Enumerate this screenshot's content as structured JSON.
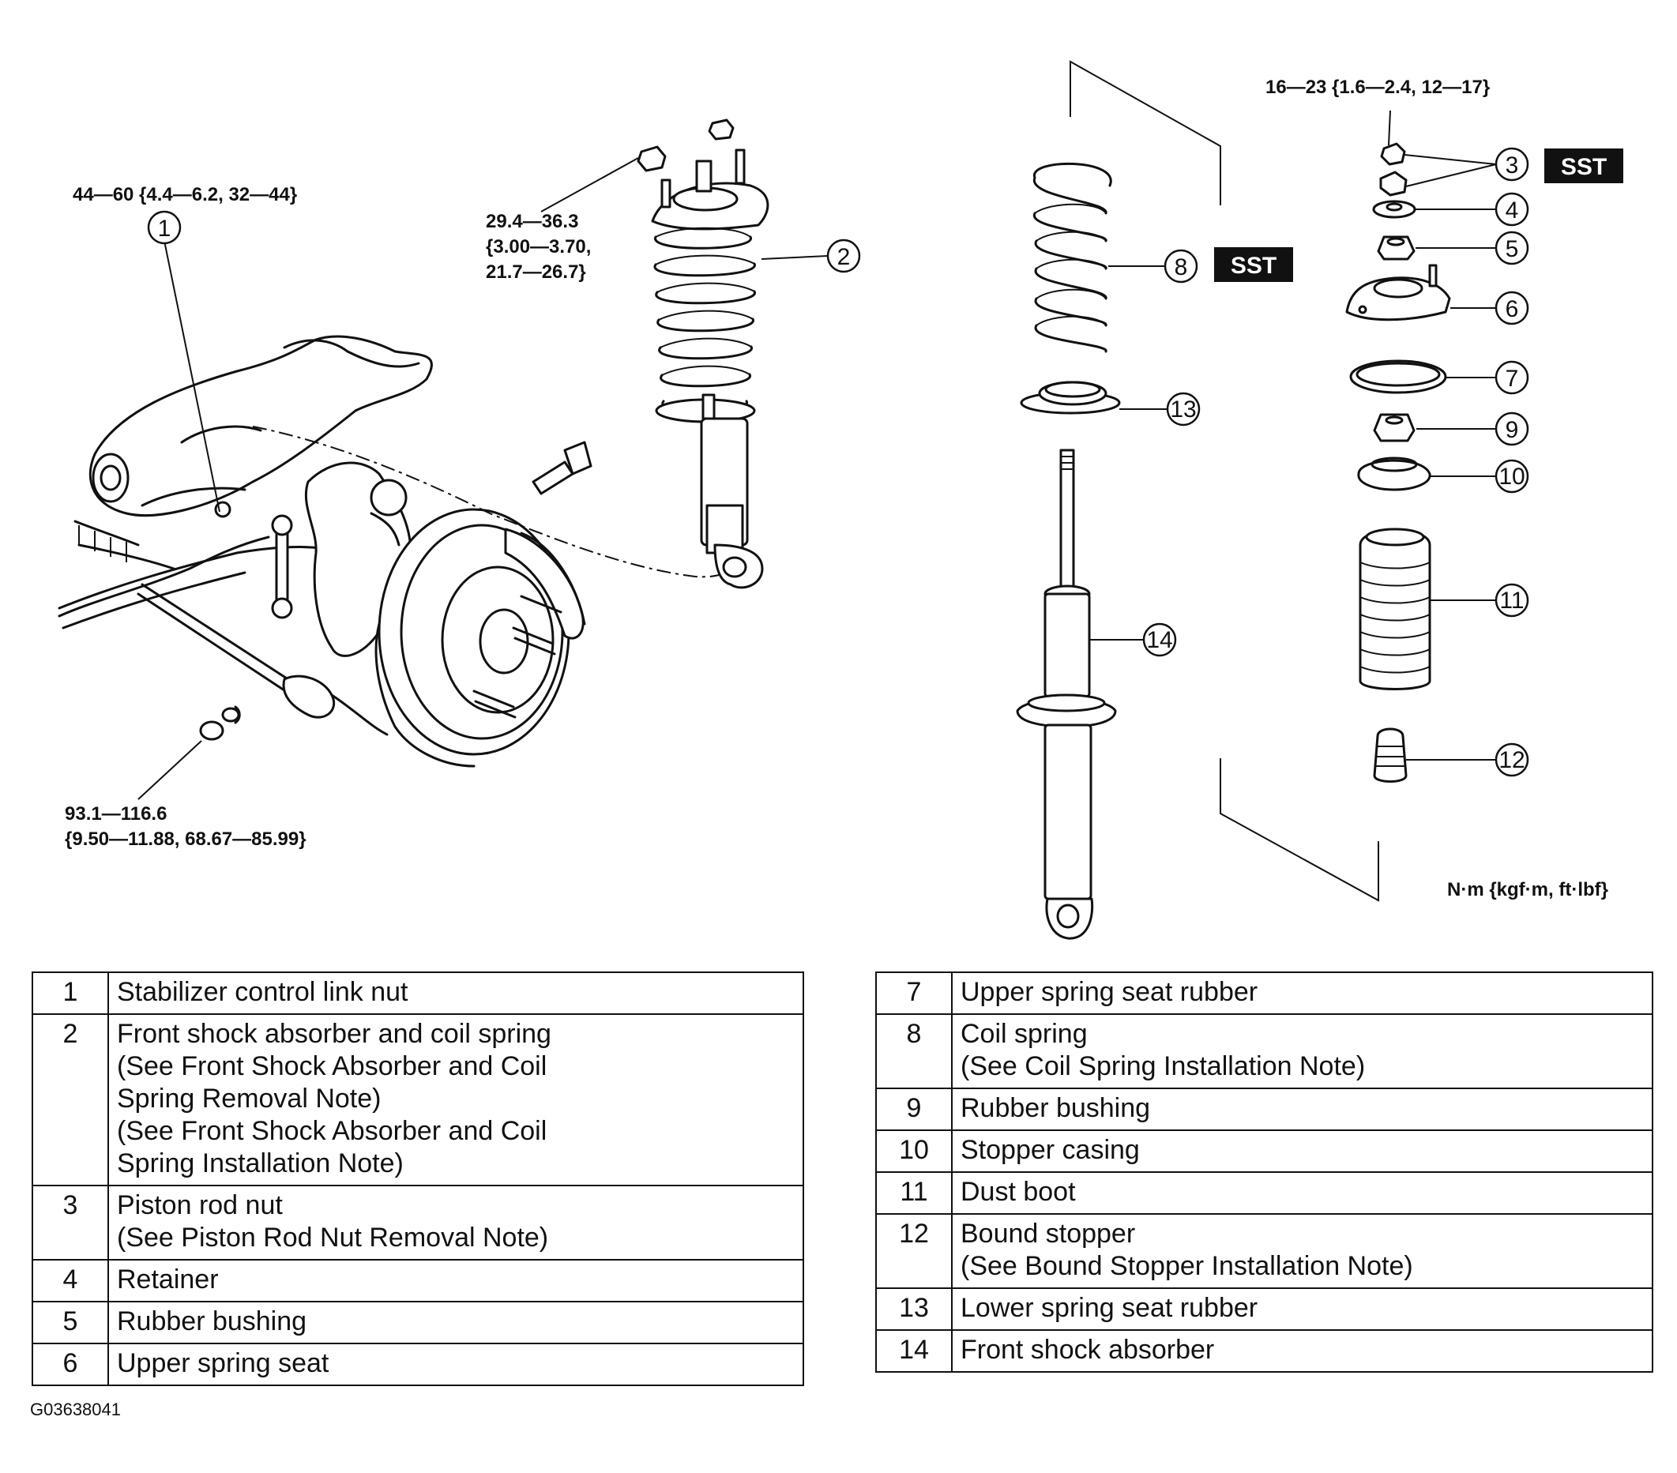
{
  "torque_specs": {
    "stabilizer_nut": "44—60 {4.4—6.2, 32—44}",
    "shock_upper_line1": "29.4—36.3",
    "shock_upper_line2": "{3.00—3.70,",
    "shock_upper_line3": "21.7—26.7}",
    "lower_nut_line1": "93.1—116.6",
    "lower_nut_line2": "{9.50—11.88, 68.67—85.99}",
    "piston_nut": "16—23 {1.6—2.4, 12—17}"
  },
  "units_note": "N·m {kgf·m, ft·lbf}",
  "sst_label": "SST",
  "callouts": [
    "1",
    "2",
    "3",
    "4",
    "5",
    "6",
    "7",
    "8",
    "9",
    "10",
    "11",
    "12",
    "13",
    "14"
  ],
  "parts_left": [
    {
      "num": "1",
      "lines": [
        "Stabilizer control link nut"
      ]
    },
    {
      "num": "2",
      "lines": [
        "Front shock absorber and coil spring",
        "(See Front Shock Absorber and Coil",
        "Spring Removal Note)",
        "(See Front Shock Absorber and Coil",
        "Spring Installation Note)"
      ]
    },
    {
      "num": "3",
      "lines": [
        "Piston rod nut",
        "(See Piston Rod Nut Removal Note)"
      ]
    },
    {
      "num": "4",
      "lines": [
        "Retainer"
      ]
    },
    {
      "num": "5",
      "lines": [
        "Rubber bushing"
      ]
    },
    {
      "num": "6",
      "lines": [
        "Upper spring seat"
      ]
    }
  ],
  "parts_right": [
    {
      "num": "7",
      "lines": [
        "Upper spring seat rubber"
      ]
    },
    {
      "num": "8",
      "lines": [
        "Coil spring",
        "(See Coil Spring Installation Note)"
      ]
    },
    {
      "num": "9",
      "lines": [
        "Rubber bushing"
      ]
    },
    {
      "num": "10",
      "lines": [
        "Stopper casing"
      ]
    },
    {
      "num": "11",
      "lines": [
        "Dust boot"
      ]
    },
    {
      "num": "12",
      "lines": [
        "Bound stopper",
        "(See Bound Stopper Installation Note)"
      ]
    },
    {
      "num": "13",
      "lines": [
        "Lower spring seat rubber"
      ]
    },
    {
      "num": "14",
      "lines": [
        "Front shock absorber"
      ]
    }
  ],
  "figure_id": "G03638041"
}
